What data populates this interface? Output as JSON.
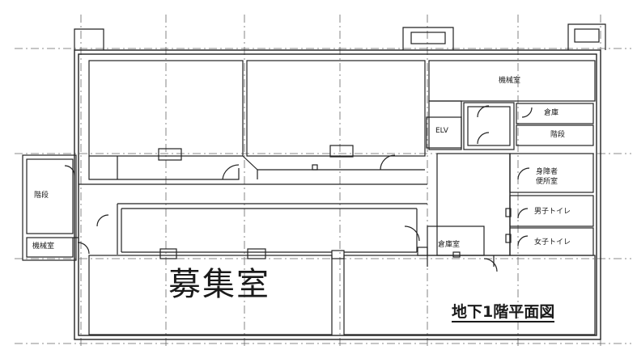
{
  "plan": {
    "title": "地下1階平面図",
    "room_main": "募集室",
    "rooms": {
      "machine_room": "機械室",
      "storage": "倉庫",
      "stair_upper_right": "階段",
      "elevator": "ELV",
      "accessible_toilet": "身障者\n便所室",
      "mens_toilet": "男子トイレ",
      "womens_toilet": "女子トイレ",
      "stair_left": "階段",
      "small_room_left": "機械室",
      "storage_center": "倉庫室"
    }
  }
}
